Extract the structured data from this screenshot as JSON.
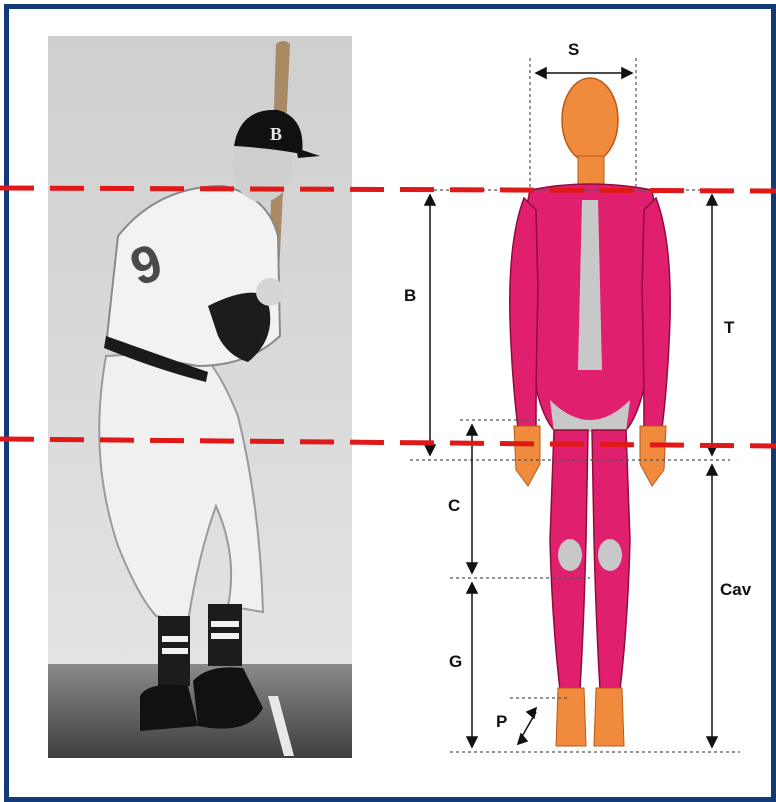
{
  "colors": {
    "frame": "#123a78",
    "guide_lines": "#e01818",
    "muscle": "#e0206e",
    "muscle_dark": "#b31048",
    "skin": "#f08a3c",
    "bone": "#c8c8c8"
  },
  "labels": {
    "s": "S",
    "b": "B",
    "t": "T",
    "c": "C",
    "cav": "Cav",
    "g": "G",
    "p": "P"
  },
  "photo": {
    "cap_letter": "B",
    "jersey_number": "9"
  }
}
